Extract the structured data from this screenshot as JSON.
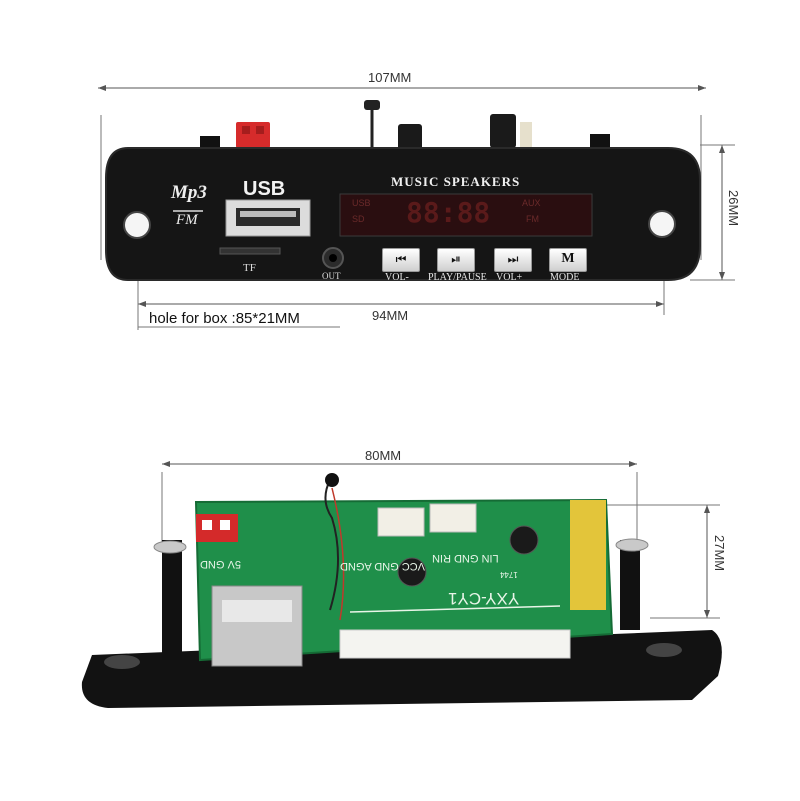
{
  "dimensions": {
    "top_width": "107MM",
    "top_height": "26MM",
    "hole_width": "94MM",
    "hole_note": "hole for box :85*21MM",
    "bottom_width": "80MM",
    "bottom_height": "27MM"
  },
  "front_panel": {
    "logo_top": "Mp3",
    "logo_bottom": "FM",
    "usb_label": "USB",
    "tf_label": "TF",
    "out_label": "OUT",
    "title": "MUSIC SPEAKERS",
    "display_digits": "88:88",
    "display_left_top": "USB",
    "display_left_bottom": "SD",
    "display_right_top": "AUX",
    "display_right_bottom": "FM",
    "buttons": [
      {
        "label": "VOL-",
        "icon": "prev-icon"
      },
      {
        "label": "PLAY/PAUSE",
        "icon": "play-pause-icon"
      },
      {
        "label": "VOL+",
        "icon": "next-icon"
      },
      {
        "label": "MODE",
        "icon": "mode-icon"
      }
    ]
  },
  "pcb": {
    "silk_model": "YXY-CY1",
    "silk_date": "1744",
    "silk_pins_a": "LIN GND RIN",
    "silk_pins_b": "VCC GND AGND",
    "silk_pins_c": "5V GND"
  }
}
